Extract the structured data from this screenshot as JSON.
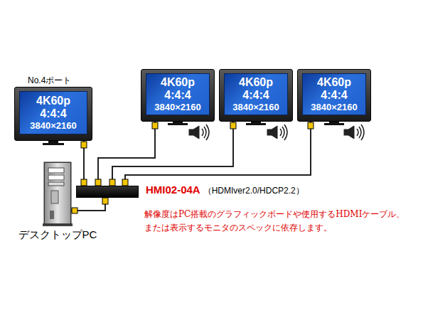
{
  "diagram": {
    "nodes": [
      {
        "text": [
          "No.4ポート",
          "4K60p",
          "4:4:4",
          "3840×2160"
        ]
      },
      {
        "text": [
          "4K60p",
          "4:4:4",
          "3840×2160"
        ]
      },
      {
        "text": [
          "4K60p",
          "4:4:4",
          "3840×2160"
        ]
      },
      {
        "text": [
          "4K60p",
          "4:4:4",
          "3840×2160"
        ]
      },
      {
        "text": [
          "HMI02-04A",
          "（HDMIver2.0/HDCP2.2）"
        ]
      },
      {
        "text": [
          "デスクトップPC"
        ]
      }
    ],
    "edges": [
      {
        "from": 5,
        "to": 4,
        "arrow": "none"
      },
      {
        "from": 4,
        "to": 0,
        "arrow": "none"
      },
      {
        "from": 4,
        "to": 1,
        "arrow": "none"
      },
      {
        "from": 4,
        "to": 2,
        "arrow": "none"
      },
      {
        "from": 4,
        "to": 3,
        "arrow": "none"
      }
    ],
    "labels": [
      "解像度はPC搭載のグラフィックボードや使用するHDMIケーブル、 または表示するモニタのスペックに依存します。"
    ]
  }
}
